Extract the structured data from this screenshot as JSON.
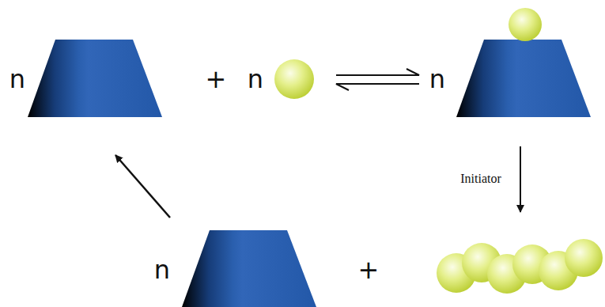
{
  "diagram": {
    "labels": [
      "n",
      "+",
      "n",
      "n",
      "Initiator",
      "n",
      "+"
    ]
  }
}
